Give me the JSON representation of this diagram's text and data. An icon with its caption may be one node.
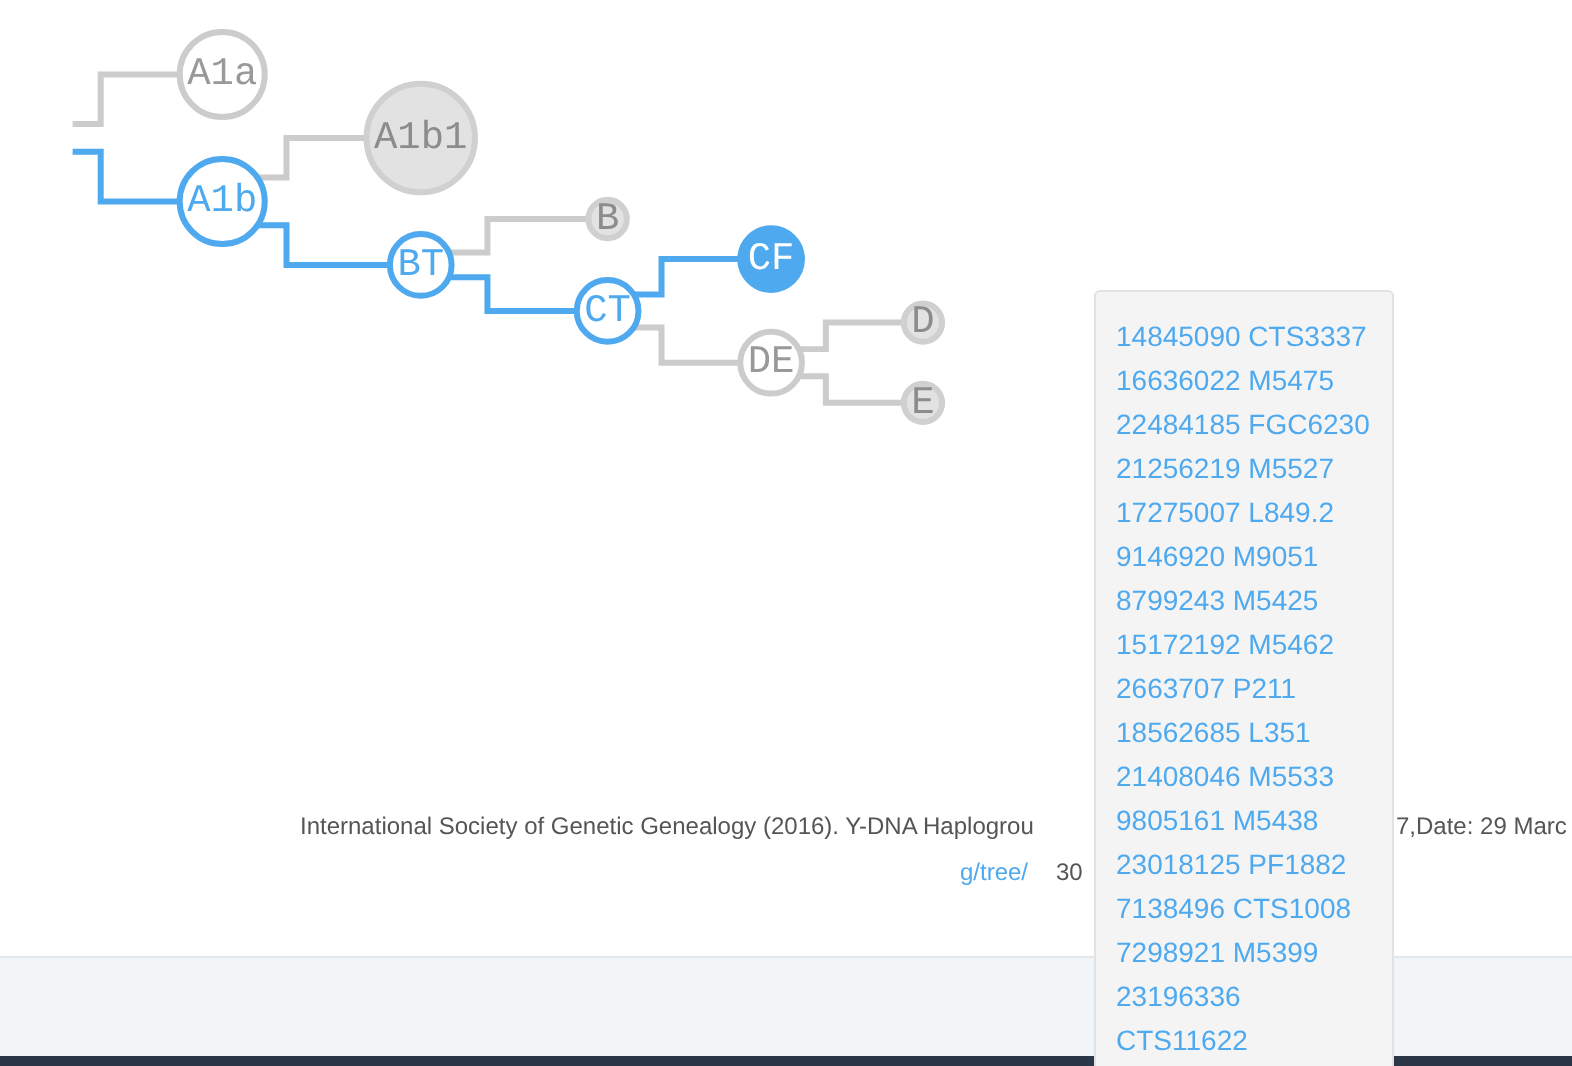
{
  "diagram": {
    "nodes": [
      {
        "text": [
          "A1a"
        ]
      },
      {
        "text": [
          "A1b"
        ]
      },
      {
        "text": [
          "A1b1"
        ]
      },
      {
        "text": [
          "BT"
        ]
      },
      {
        "text": [
          "B"
        ]
      },
      {
        "text": [
          "CT"
        ]
      },
      {
        "text": [
          "CF"
        ]
      },
      {
        "text": [
          "DE"
        ]
      },
      {
        "text": [
          "D"
        ]
      },
      {
        "text": [
          "E"
        ]
      }
    ],
    "edges": [
      {
        "from": null,
        "to": 0,
        "arrow": "none"
      },
      {
        "from": null,
        "to": 1,
        "arrow": "none",
        "color": "#4ea9ef"
      },
      {
        "from": 1,
        "to": 2,
        "arrow": "none"
      },
      {
        "from": 1,
        "to": 3,
        "arrow": "none",
        "color": "#4ea9ef"
      },
      {
        "from": 3,
        "to": 4,
        "arrow": "none"
      },
      {
        "from": 3,
        "to": 5,
        "arrow": "none",
        "color": "#4ea9ef"
      },
      {
        "from": 5,
        "to": 6,
        "arrow": "none",
        "color": "#4ea9ef"
      },
      {
        "from": 5,
        "to": 7,
        "arrow": "none"
      },
      {
        "from": 7,
        "to": 8,
        "arrow": "none"
      },
      {
        "from": 7,
        "to": 9,
        "arrow": "none"
      }
    ],
    "labels": [
      "14845090 CTS3337",
      "16636022 M5475",
      "22484185 FGC6230",
      "21256219 M5527",
      "17275007 L849.2",
      "9146920 M9051",
      "8799243 M5425",
      "15172192 M5462",
      "2663707 P211",
      "18562685 L351",
      "21408046 M5533",
      "9805161 M5438",
      "23018125 PF1882",
      "7138496 CTS1008",
      "7298921 M5399",
      "23196336 CTS11622",
      "International Society of Genetic Genealogy (2016). Y-DNA Haplogrou",
      "7,Date: 29 Marc",
      "g/tree/",
      "30"
    ]
  }
}
